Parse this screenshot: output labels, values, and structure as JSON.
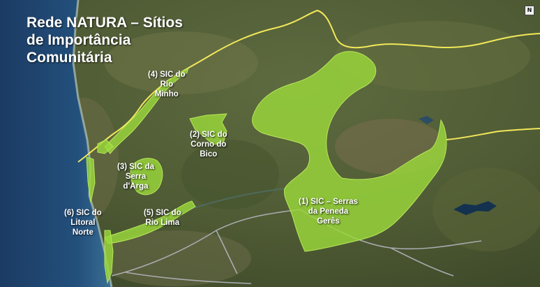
{
  "title": {
    "line1": "Rede NATURA – Sítios",
    "line2": "de Importância",
    "line3": "Comunitária"
  },
  "sites": [
    {
      "l1": "(1) SIC – Serras",
      "l2": "da Peneda",
      "l3": "Gerês"
    },
    {
      "l1": "(2) SIC do",
      "l2": "Corno do",
      "l3": "Bico"
    },
    {
      "l1": "(3)  SIC da",
      "l2": "Serra",
      "l3": "d'Arga"
    },
    {
      "l1": "(4) SIC do",
      "l2": "Rio",
      "l3": "Minho"
    },
    {
      "l1": "(5) SIC do",
      "l2": "Rio Lima"
    },
    {
      "l1": "(6) SIC do",
      "l2": "Litoral",
      "l3": "Norte"
    }
  ],
  "compass": {
    "label": "N"
  },
  "colors": {
    "sic_fill": "#9ad83a",
    "border_line": "#f2e85a",
    "sea": "#21456e",
    "land": "#55603a",
    "roads": "#b9b9c4"
  }
}
